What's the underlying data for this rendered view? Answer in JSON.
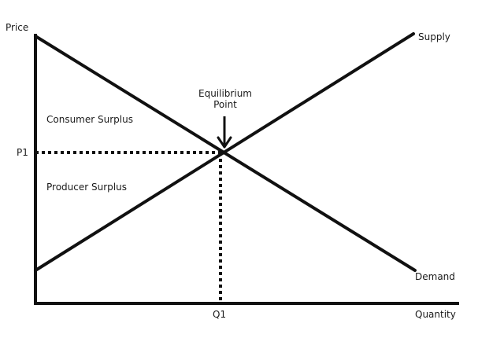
{
  "axes": {
    "y_label": "Price",
    "x_label": "Quantity",
    "y_tick": "P1",
    "x_tick": "Q1"
  },
  "curves": {
    "supply_label": "Supply",
    "demand_label": "Demand"
  },
  "regions": {
    "consumer_surplus": "Consumer Surplus",
    "producer_surplus": "Producer Surplus"
  },
  "equilibrium": {
    "line1": "Equilibrium",
    "line2": "Point"
  },
  "colors": {
    "line": "#111111",
    "background": "#ffffff"
  }
}
